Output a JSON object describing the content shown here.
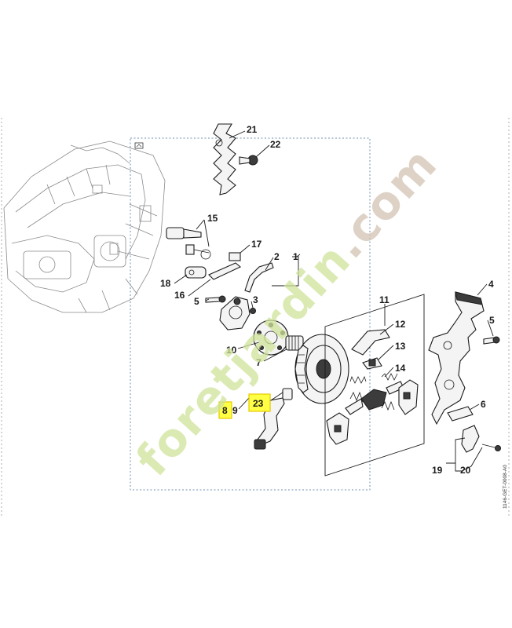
{
  "diagram": {
    "callouts": {
      "p1": "1",
      "p2": "2",
      "p3": "3",
      "p4": "4",
      "p5a": "5",
      "p5b": "5",
      "p6": "6",
      "p7": "7",
      "p8": "8",
      "p9": "9",
      "p10": "10",
      "p11": "11",
      "p12": "12",
      "p13": "13",
      "p14": "14",
      "p15": "15",
      "p16": "16",
      "p17": "17",
      "p18": "18",
      "p19": "19",
      "p20": "20",
      "p21": "21",
      "p22": "22",
      "p23": "23"
    },
    "highlighted": [
      "8",
      "23"
    ],
    "drawing_code": "1146-GET-0008-A0"
  },
  "watermark": {
    "part1": "foret",
    "part2": "jardin",
    "part3": ".com"
  },
  "colors": {
    "highlight": "#ffff44",
    "watermark_green": "#cfe39a",
    "watermark_brown": "#d4c3b3",
    "frame": "#6f8fb0"
  }
}
